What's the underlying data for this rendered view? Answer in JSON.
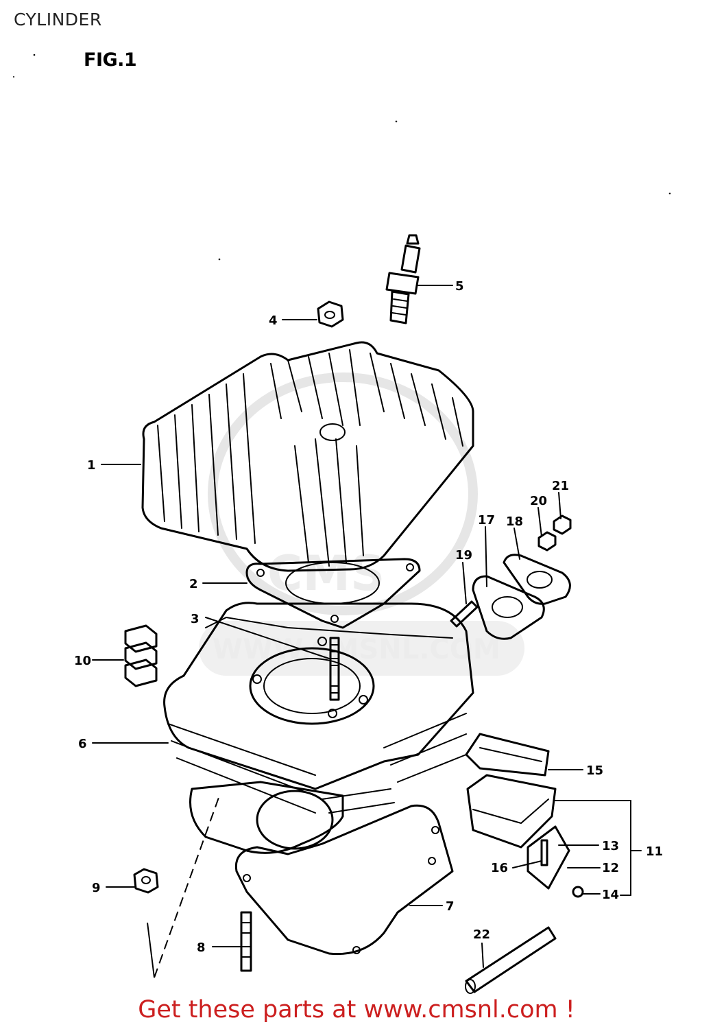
{
  "page": {
    "title": "CYLINDER",
    "figure": "FIG.1"
  },
  "watermark": {
    "text": "WWW.CMSNL.COM",
    "letters": "CMS"
  },
  "callouts": [
    "1",
    "2",
    "3",
    "4",
    "5",
    "6",
    "7",
    "8",
    "9",
    "10",
    "11",
    "12",
    "13",
    "14",
    "15",
    "16",
    "17",
    "18",
    "19",
    "20",
    "21",
    "22"
  ],
  "footer": {
    "prefix": "Get these parts at ",
    "link": "www.cmsnl.com",
    "suffix": " !"
  }
}
